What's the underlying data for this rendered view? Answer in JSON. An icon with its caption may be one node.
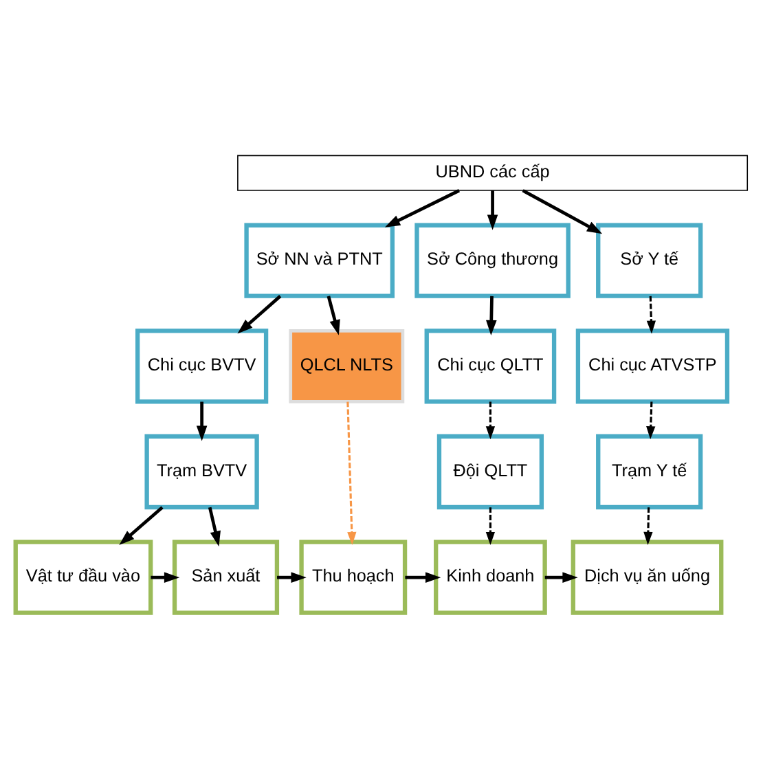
{
  "diagram": {
    "nodes": [
      {
        "text": [
          "UBND các cấp"
        ]
      },
      {
        "text": [
          "Sở NN và PTNT"
        ]
      },
      {
        "text": [
          "Sở Công thương"
        ]
      },
      {
        "text": [
          "Sở Y tế"
        ]
      },
      {
        "text": [
          "Chi cục BVTV"
        ]
      },
      {
        "text": [
          "QLCL NLTS"
        ]
      },
      {
        "text": [
          "Chi cục QLTT"
        ]
      },
      {
        "text": [
          "Chi cục ATVSTP"
        ]
      },
      {
        "text": [
          "Trạm BVTV"
        ]
      },
      {
        "text": [
          "Đội QLTT"
        ]
      },
      {
        "text": [
          "Trạm Y tế"
        ]
      },
      {
        "text": [
          "Vật tư đầu vào"
        ]
      },
      {
        "text": [
          "Sản xuất"
        ]
      },
      {
        "text": [
          "Thu hoạch"
        ]
      },
      {
        "text": [
          "Kinh doanh"
        ]
      },
      {
        "text": [
          "Dịch vụ ăn uống"
        ]
      }
    ],
    "edges": [
      {
        "from": 0,
        "to": 1,
        "arrow": "to"
      },
      {
        "from": 0,
        "to": 2,
        "arrow": "to"
      },
      {
        "from": 0,
        "to": 3,
        "arrow": "to"
      },
      {
        "from": 1,
        "to": 4,
        "arrow": "to"
      },
      {
        "from": 1,
        "to": 5,
        "arrow": "to"
      },
      {
        "from": 2,
        "to": 6,
        "arrow": "to"
      },
      {
        "from": 3,
        "to": 7,
        "arrow": "to",
        "style": "dashed"
      },
      {
        "from": 4,
        "to": 8,
        "arrow": "to"
      },
      {
        "from": 6,
        "to": 9,
        "arrow": "to",
        "style": "dashed"
      },
      {
        "from": 7,
        "to": 10,
        "arrow": "to",
        "style": "dashed"
      },
      {
        "from": 8,
        "to": 11,
        "arrow": "to"
      },
      {
        "from": 8,
        "to": 12,
        "arrow": "to"
      },
      {
        "from": 5,
        "to": 13,
        "arrow": "to",
        "style": "dashed",
        "color": "#f79646"
      },
      {
        "from": 9,
        "to": 14,
        "arrow": "to",
        "style": "dashed"
      },
      {
        "from": 10,
        "to": 15,
        "arrow": "to",
        "style": "dashed"
      },
      {
        "from": 11,
        "to": 12,
        "arrow": "to"
      },
      {
        "from": 12,
        "to": 13,
        "arrow": "to"
      },
      {
        "from": 13,
        "to": 14,
        "arrow": "to"
      },
      {
        "from": 14,
        "to": 15,
        "arrow": "to"
      }
    ]
  }
}
